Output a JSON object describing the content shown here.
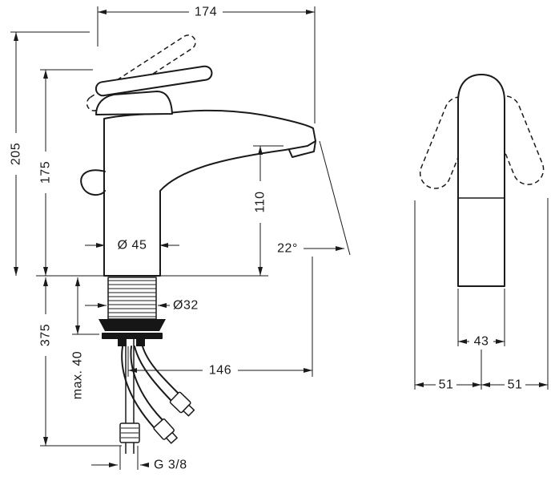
{
  "front_view": {
    "overall_width": "174",
    "height_total": "205",
    "height_body": "175",
    "outlet_height": "110",
    "base_diameter": "Ø 45",
    "shank_diameter": "Ø32",
    "install_depth": "375",
    "max_counter_thickness": "max. 40",
    "spout_reach": "146",
    "outlet_angle": "22°",
    "connection_thread": "G 3/8"
  },
  "side_view": {
    "body_depth": "43",
    "depth_front": "51",
    "depth_back": "51"
  },
  "colors": {
    "line": "#1a1a1a",
    "background": "#ffffff"
  }
}
